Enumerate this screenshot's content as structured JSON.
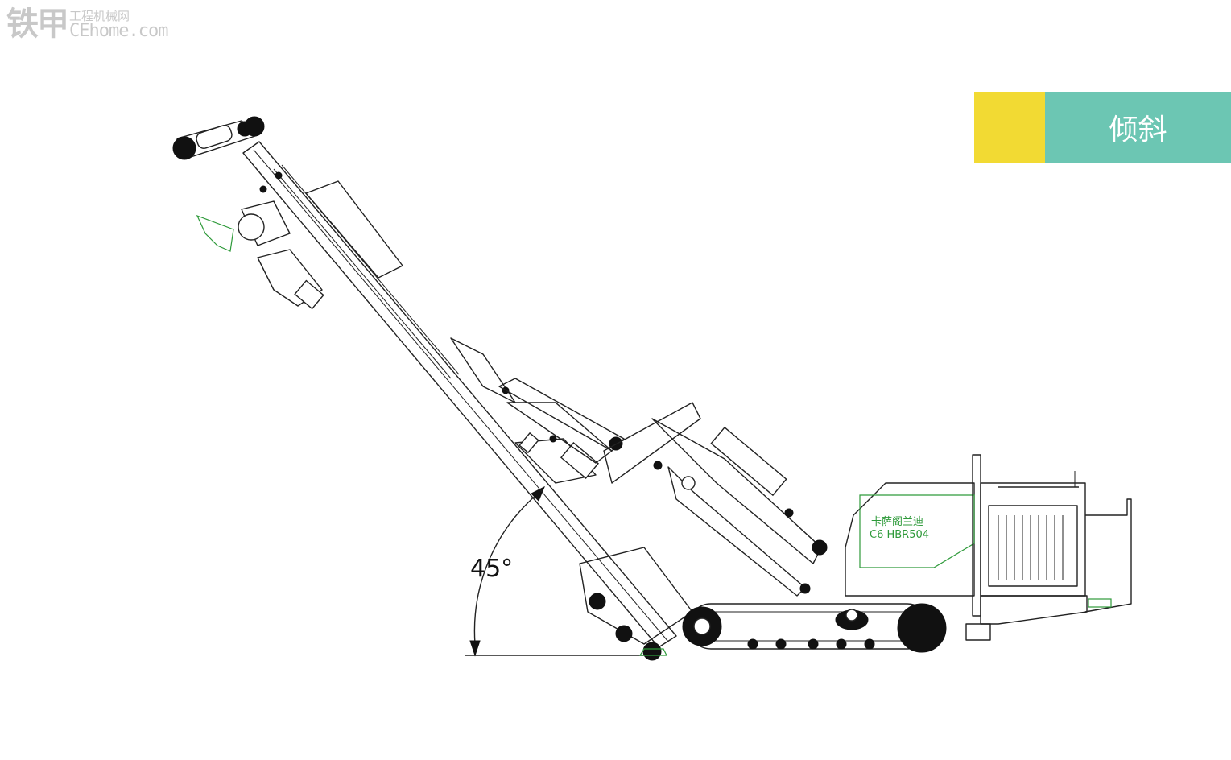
{
  "watermark": {
    "brand": "铁甲",
    "tagline": "工程机械网",
    "url": "CEhome.com"
  },
  "badge": {
    "label": "倾斜",
    "accent_color": "#f2da33",
    "panel_color": "#6cc6b3"
  },
  "diagram": {
    "angle_label": "45°",
    "plate_brand": "卡萨阁兰迪",
    "plate_model": "C6  HBR504",
    "line_color": "#222222",
    "accent_line_color": "#2e9a3a"
  }
}
